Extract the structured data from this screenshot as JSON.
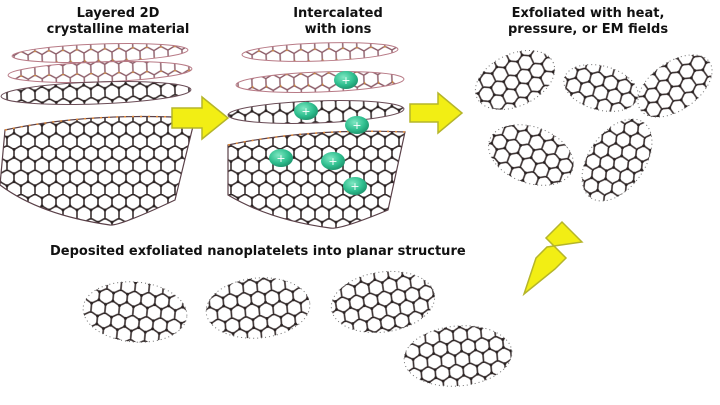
{
  "steps": [
    {
      "label": "Layered 2D\ncrystalline material"
    },
    {
      "label": "Intercalated\nwith ions"
    },
    {
      "label": "Exfoliated with heat,\npressure, or EM fields"
    },
    {
      "label": "Deposited exfoliated nanoplatelets into planar structure"
    }
  ],
  "ion_symbol": "+",
  "colors": {
    "arrow_fill": "#f2ee14",
    "arrow_stroke": "#b5b52a",
    "lattice_dark": "#3a3030",
    "lattice_layer_pink": "#b87a86",
    "atom_edge_orange": "#e08a3a",
    "ion": "#2fbf8f",
    "h_atom": "#c8d8cc"
  }
}
